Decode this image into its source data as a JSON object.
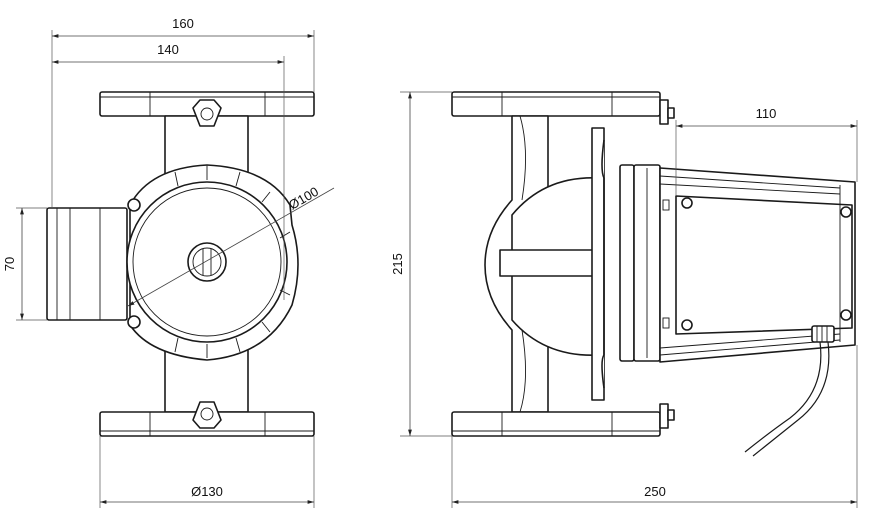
{
  "dimensions": {
    "front_width_outer": "160",
    "front_width_inner": "140",
    "motor_diameter": "Ø100",
    "port_height": "70",
    "flange_diameter": "Ø130",
    "total_height": "215",
    "terminal_box_length": "110",
    "total_length": "250"
  },
  "colors": {
    "line": "#1a1a1a",
    "background": "#ffffff"
  }
}
